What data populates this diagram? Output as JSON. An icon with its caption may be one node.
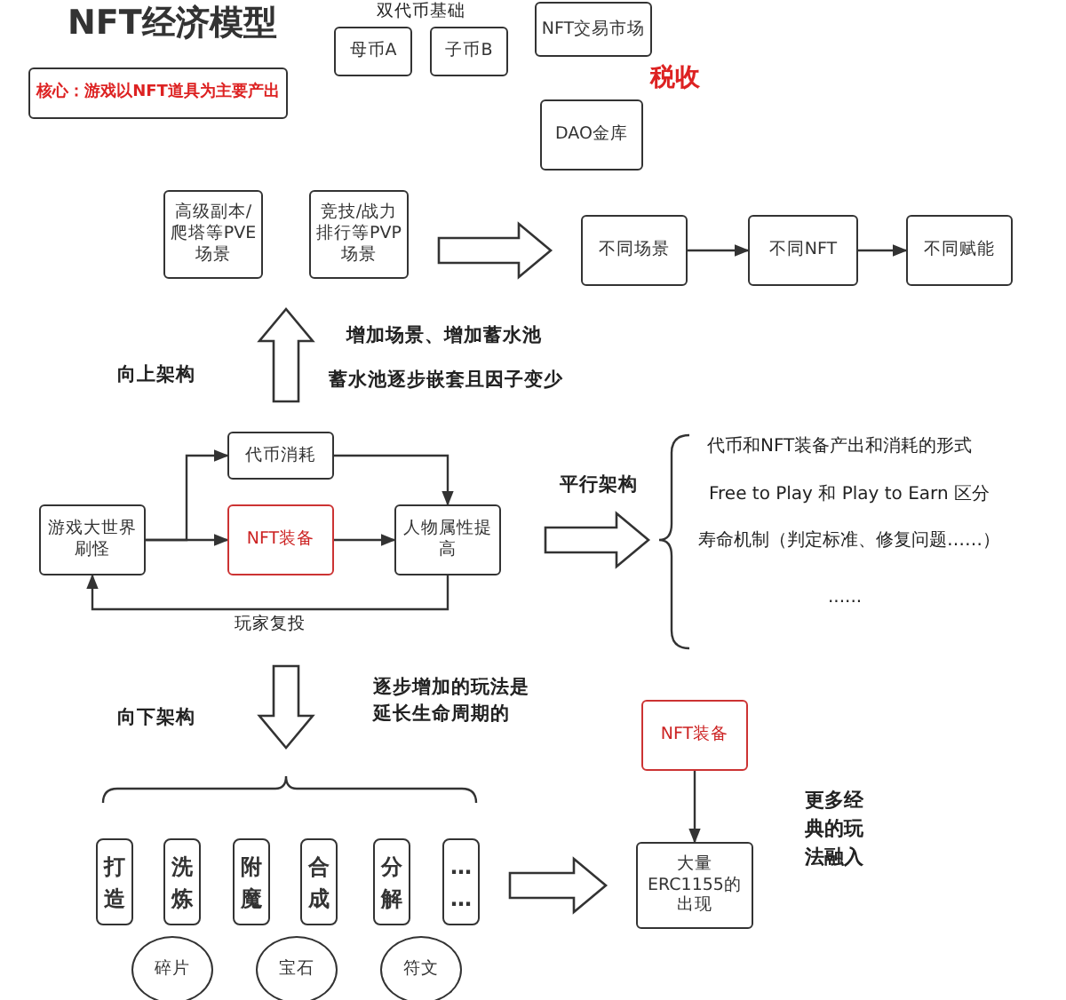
{
  "diagram": {
    "title": "NFT经济模型",
    "nodes": [
      {
        "text": [
          "核心：游戏以NFT道具为主要产出"
        ]
      },
      {
        "text": [
          "母币A"
        ]
      },
      {
        "text": [
          "子币B"
        ]
      },
      {
        "text": [
          "NFT交易市场"
        ]
      },
      {
        "text": [
          "DAO金库"
        ]
      },
      {
        "text": [
          "高级副本/爬塔等PVE场景"
        ]
      },
      {
        "text": [
          "竞技/战力排行等PVP场景"
        ]
      },
      {
        "text": [
          "不同场景"
        ]
      },
      {
        "text": [
          "不同NFT"
        ]
      },
      {
        "text": [
          "不同赋能"
        ]
      },
      {
        "text": [
          "游戏大世界刷怪"
        ]
      },
      {
        "text": [
          "代币消耗"
        ]
      },
      {
        "text": [
          "NFT装备"
        ]
      },
      {
        "text": [
          "人物属性提高"
        ]
      },
      {
        "text": [
          "打造"
        ]
      },
      {
        "text": [
          "洗炼"
        ]
      },
      {
        "text": [
          "附魔"
        ]
      },
      {
        "text": [
          "合成"
        ]
      },
      {
        "text": [
          "分解"
        ]
      },
      {
        "text": [
          "……"
        ]
      },
      {
        "text": [
          "NFT装备"
        ]
      },
      {
        "text": [
          "大量ERC1155的出现"
        ]
      },
      {
        "text": [
          "碎片"
        ]
      },
      {
        "text": [
          "宝石"
        ]
      },
      {
        "text": [
          "符文"
        ]
      }
    ],
    "edges": [
      {
        "from": 6,
        "to": 7,
        "arrow": "to",
        "style": "thick"
      },
      {
        "from": 7,
        "to": 8,
        "arrow": "to"
      },
      {
        "from": 8,
        "to": 9,
        "arrow": "to"
      },
      {
        "from": 10,
        "to": 11,
        "arrow": "to"
      },
      {
        "from": 10,
        "to": 12,
        "arrow": "to"
      },
      {
        "from": 11,
        "to": 13,
        "arrow": "to"
      },
      {
        "from": 12,
        "to": 13,
        "arrow": "to"
      },
      {
        "from": 13,
        "to": 10,
        "arrow": "to",
        "label": "玩家复投"
      },
      {
        "from": 19,
        "to": 21,
        "arrow": "to",
        "style": "thick"
      },
      {
        "from": 20,
        "to": 21,
        "arrow": "to"
      },
      {
        "from": 11,
        "to": 5,
        "arrow": "to",
        "style": "thick"
      }
    ],
    "labels": [
      "双代币基础",
      "税收",
      "增加场景、增加蓄水池",
      "向上架构",
      "蓄水池逐步嵌套且因子变少",
      "平行架构",
      "代币和NFT装备产出和消耗的形式",
      "Free to Play 和  Play to Earn 区分",
      "寿命机制（判定标准、修复问题……）",
      "......",
      "向下架构",
      "逐步增加的玩法是延长生命周期的",
      "更多经典的玩法融入"
    ]
  }
}
